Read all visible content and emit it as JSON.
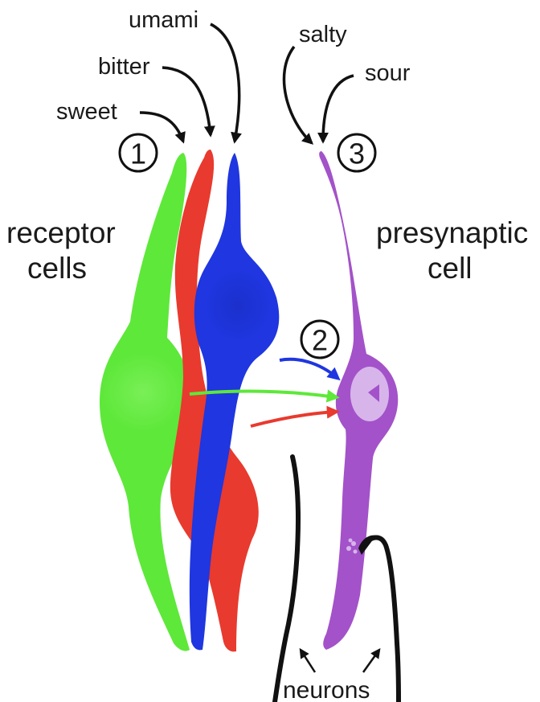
{
  "labels": {
    "taste": {
      "sweet": "sweet",
      "bitter": "bitter",
      "umami": "umami",
      "salty": "salty",
      "sour": "sour"
    },
    "receptor_cells": [
      "receptor",
      "cells"
    ],
    "presynaptic_cell": [
      "presynaptic",
      "cell"
    ],
    "neurons": "neurons"
  },
  "steps": [
    "1",
    "2",
    "3"
  ],
  "colors": {
    "sweet_cell": "#5ee83a",
    "bitter_cell": "#e83a2e",
    "umami_cell": "#1f36e0",
    "presynaptic_cell": "#a352c9",
    "neuron": "#111111",
    "text": "#1a1a1a"
  }
}
